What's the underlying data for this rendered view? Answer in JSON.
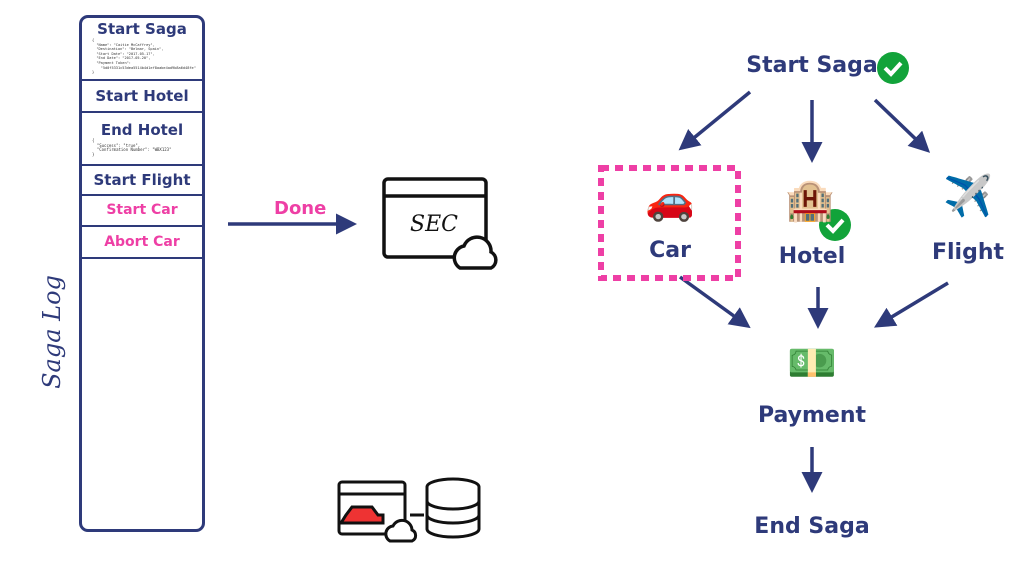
{
  "log": {
    "title": "Saga Log",
    "entries": [
      {
        "label": "Start Saga",
        "code": "{\n  \"Name\": \"Caitie McCaffrey\",\n  \"Destination\": \"Belmar, Spain\",\n  \"Start Date\": \"2017-05-17\",\n  \"End Date\": \"2017-05-20\",\n  \"Payment Token\":\n    \"5d0f5331c53dea5514b4d1ef8aabe4ad9b8a6d48fe\"\n}"
      },
      {
        "label": "Start Hotel"
      },
      {
        "label": "End Hotel",
        "code": "{\n  \"Success\": \"true\",\n  \"Confirmation Number\": \"WBX123\"\n}"
      },
      {
        "label": "Start Flight"
      },
      {
        "label": "Start Car"
      },
      {
        "label": "Abort Car"
      }
    ]
  },
  "arrow_label": "Done",
  "sec_label": "SEC",
  "flow": {
    "start": "Start Saga",
    "car": "Car",
    "hotel": "Hotel",
    "flight": "Flight",
    "payment": "Payment",
    "end": "End Saga"
  },
  "colors": {
    "navy": "#2e3a7a",
    "pink": "#ee3fa5",
    "check": "#12a33a"
  }
}
